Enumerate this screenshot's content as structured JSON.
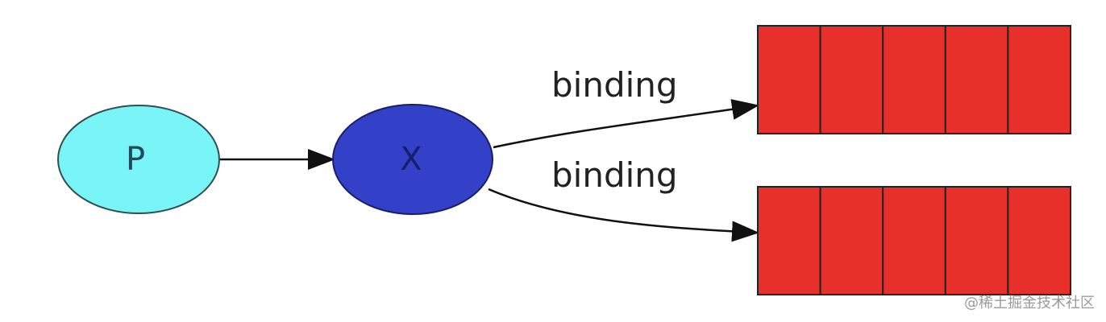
{
  "nodes": {
    "producer": {
      "label": "P",
      "fill": "#79f5f7",
      "text_color": "#1f4a5a"
    },
    "exchange": {
      "label": "X",
      "fill": "#3340c8",
      "text_color": "#16206a"
    }
  },
  "edges": [
    {
      "label": "binding"
    },
    {
      "label": "binding"
    }
  ],
  "queues": [
    {
      "cells": 5,
      "fill": "#e8302a"
    },
    {
      "cells": 5,
      "fill": "#e8302a"
    }
  ],
  "watermark": "@稀土掘金技术社区"
}
